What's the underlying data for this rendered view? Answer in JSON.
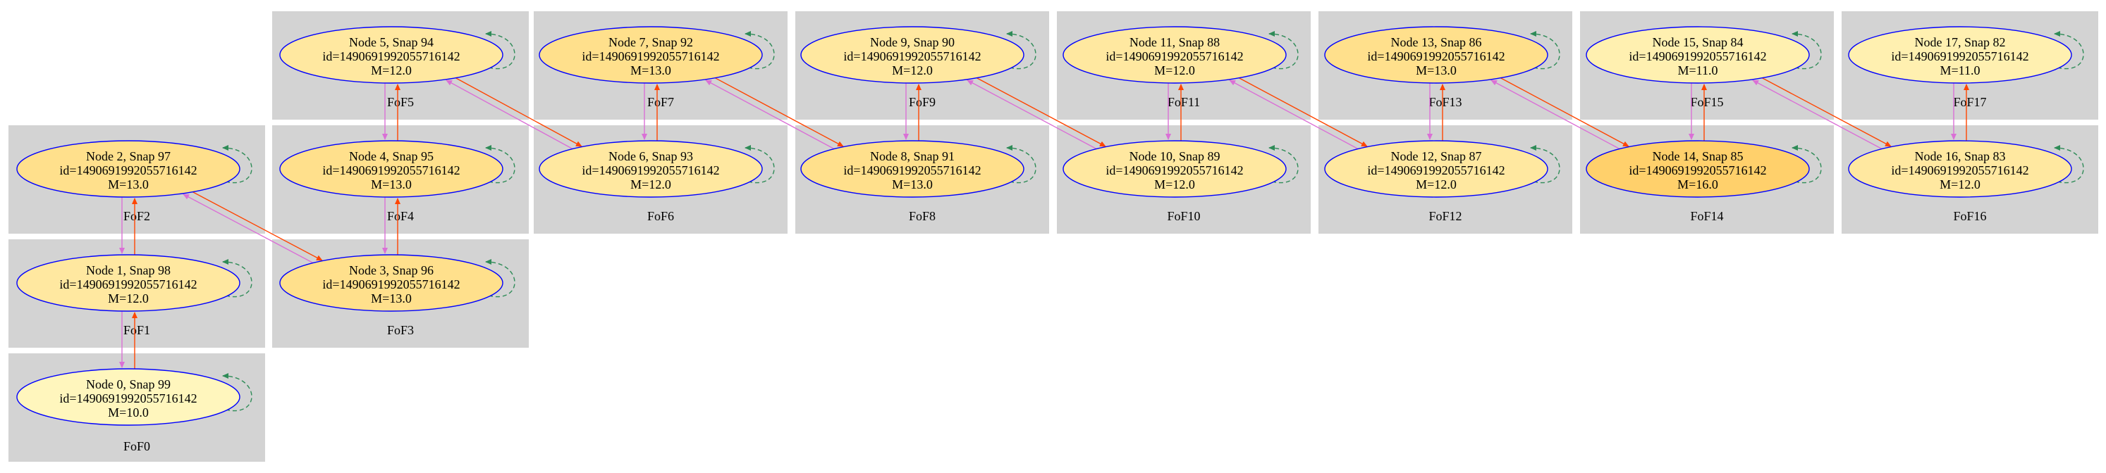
{
  "colors": {
    "cluster_fill": "#d3d3d3",
    "node_stroke": "#0000ff",
    "edge_next": "#ff4500",
    "edge_prev": "#da70d6",
    "edge_self": "#2e8b57",
    "mass_fill": {
      "10.0": "#fff6bd",
      "11.0": "#fff0b0",
      "12.0": "#ffe8a0",
      "13.0": "#ffe08c",
      "16.0": "#ffd06b"
    }
  },
  "clusters": [
    {
      "label": "FoF0"
    },
    {
      "label": "FoF1"
    },
    {
      "label": "FoF2"
    },
    {
      "label": "FoF3"
    },
    {
      "label": "FoF4"
    },
    {
      "label": "FoF5"
    },
    {
      "label": "FoF6"
    },
    {
      "label": "FoF7"
    },
    {
      "label": "FoF8"
    },
    {
      "label": "FoF9"
    },
    {
      "label": "FoF10"
    },
    {
      "label": "FoF11"
    },
    {
      "label": "FoF12"
    },
    {
      "label": "FoF13"
    },
    {
      "label": "FoF14"
    },
    {
      "label": "FoF15"
    },
    {
      "label": "FoF16"
    },
    {
      "label": "FoF17"
    }
  ],
  "nodes": [
    {
      "title": "Node 0, Snap 99",
      "id": "id=149069199205571614​2",
      "mass": "M=10.0"
    },
    {
      "title": "Node 1, Snap 98",
      "id": "id=1490691992055716142",
      "mass": "M=12.0"
    },
    {
      "title": "Node 2, Snap 97",
      "id": "id=1490691992055716142",
      "mass": "M=13.0"
    },
    {
      "title": "Node 3, Snap 96",
      "id": "id=1490691992055716142",
      "mass": "M=13.0"
    },
    {
      "title": "Node 4, Snap 95",
      "id": "id=1490691992055716142",
      "mass": "M=13.0"
    },
    {
      "title": "Node 5, Snap 94",
      "id": "id=1490691992055716142",
      "mass": "M=12.0"
    },
    {
      "title": "Node 6, Snap 93",
      "id": "id=1490691992055716142",
      "mass": "M=12.0"
    },
    {
      "title": "Node 7, Snap 92",
      "id": "id=1490691992055716142",
      "mass": "M=13.0"
    },
    {
      "title": "Node 8, Snap 91",
      "id": "id=1490691992055716142",
      "mass": "M=13.0"
    },
    {
      "title": "Node 9, Snap 90",
      "id": "id=1490691992055716142",
      "mass": "M=12.0"
    },
    {
      "title": "Node 10, Snap 89",
      "id": "id=1490691992055716142",
      "mass": "M=12.0"
    },
    {
      "title": "Node 11, Snap 88",
      "id": "id=1490691992055716142",
      "mass": "M=12.0"
    },
    {
      "title": "Node 12, Snap 87",
      "id": "id=1490691992055716142",
      "mass": "M=12.0"
    },
    {
      "title": "Node 13, Snap 86",
      "id": "id=1490691992055716142",
      "mass": "M=13.0"
    },
    {
      "title": "Node 14, Snap 85",
      "id": "id=1490691992055716142",
      "mass": "M=16.0"
    },
    {
      "title": "Node 15, Snap 84",
      "id": "id=1490691992055716142",
      "mass": "M=11.0"
    },
    {
      "title": "Node 16, Snap 83",
      "id": "id=1490691992055716142",
      "mass": "M=12.0"
    },
    {
      "title": "Node 17, Snap 82",
      "id": "id=1490691992055716142",
      "mass": "M=11.0"
    }
  ]
}
